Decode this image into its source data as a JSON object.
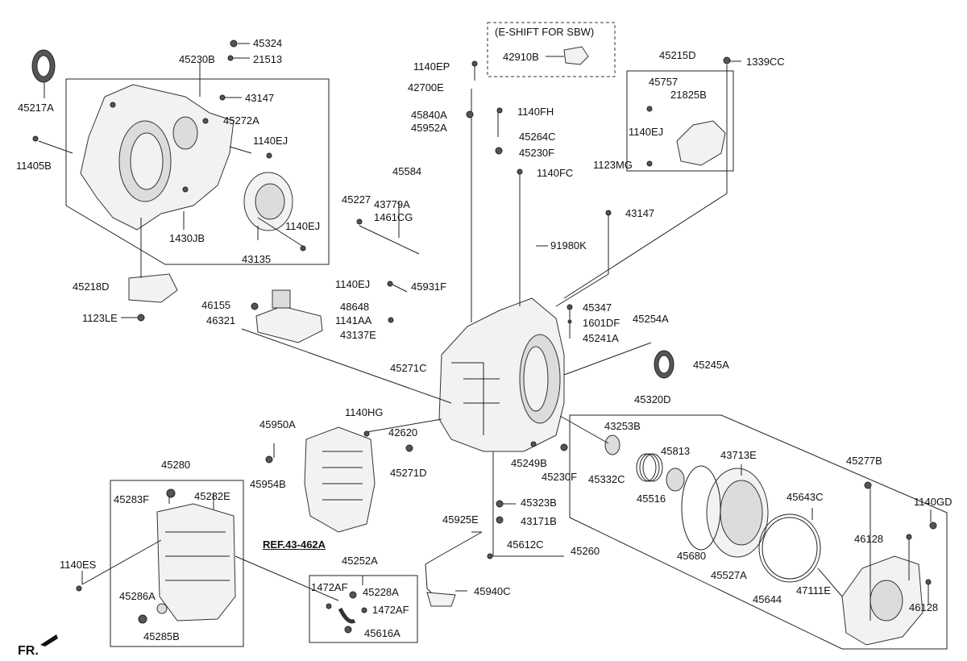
{
  "diagram": {
    "eshift_box_title": "(E-SHIFT FOR SBW)",
    "ref_label": "REF.43-462A",
    "direction_label": "FR.",
    "part_labels": {
      "p45324": "45324",
      "p45230B": "45230B",
      "p21513": "21513",
      "p45217A": "45217A",
      "p43147a": "43147",
      "p45272A": "45272A",
      "p1140EJa": "1140EJ",
      "p11405B": "11405B",
      "p1430JB": "1430JB",
      "p43135": "43135",
      "p1140EJb": "1140EJ",
      "p45218D": "45218D",
      "p1123LE": "1123LE",
      "p1140EP": "1140EP",
      "p42910B": "42910B",
      "p42700E": "42700E",
      "p45840A": "45840A",
      "p1140FH": "1140FH",
      "p45952A": "45952A",
      "p45264C": "45264C",
      "p45230Fa": "45230F",
      "p1140FC": "1140FC",
      "p45215D": "45215D",
      "p1339CC": "1339CC",
      "p45757": "45757",
      "p21825B": "21825B",
      "p1140EJc": "1140EJ",
      "p1123MG": "1123MG",
      "p45584": "45584",
      "p45227": "45227",
      "p43779A": "43779A",
      "p1461CG": "1461CG",
      "p43147b": "43147",
      "p91980K": "91980K",
      "p1140EJd": "1140EJ",
      "p45931F": "45931F",
      "p46155": "46155",
      "p46321": "46321",
      "p48648": "48648",
      "p1141AA": "1141AA",
      "p43137E": "43137E",
      "p45271C": "45271C",
      "p45347": "45347",
      "p1601DF": "1601DF",
      "p45254A": "45254A",
      "p45241A": "45241A",
      "p45245A": "45245A",
      "p1140HG": "1140HG",
      "p42620": "42620",
      "p45320D": "45320D",
      "p45950A": "45950A",
      "p45954B": "45954B",
      "p45271D": "45271D",
      "p43253B": "43253B",
      "p45813": "45813",
      "p43713E": "43713E",
      "p45332C": "45332C",
      "p45249B": "45249B",
      "p45230Fb": "45230F",
      "p45516": "45516",
      "p45277B": "45277B",
      "p45280": "45280",
      "p45283F": "45283F",
      "p45282E": "45282E",
      "p45323B": "45323B",
      "p43171B": "43171B",
      "p45643C": "45643C",
      "p1140GD": "1140GD",
      "p45925E": "45925E",
      "p45612C": "45612C",
      "p45260": "45260",
      "p46128a": "46128",
      "p1140ES": "1140ES",
      "p45252A": "45252A",
      "p45680": "45680",
      "p45527A": "45527A",
      "p47111E": "47111E",
      "p1472AFa": "1472AF",
      "p45228A": "45228A",
      "p45286A": "45286A",
      "p1472AFb": "1472AF",
      "p45940C": "45940C",
      "p45644": "45644",
      "p46128b": "46128",
      "p45285B": "45285B",
      "p45616A": "45616A"
    }
  }
}
